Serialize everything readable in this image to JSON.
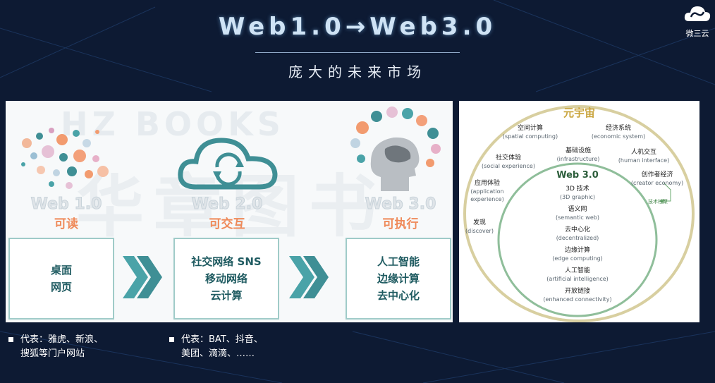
{
  "header": {
    "title": "Web1.0→Web3.0",
    "subtitle": "庞大的未来市场",
    "logo_text": "微三云"
  },
  "left_panel": {
    "watermark": "HZ BOOKS",
    "watermark_cn": "华章图书",
    "stages": [
      {
        "label": "Web 1.0",
        "sub": "可读",
        "lines": [
          "桌面",
          "网页"
        ]
      },
      {
        "label": "Web 2.0",
        "sub": "可交互",
        "lines": [
          "社交网络 SNS",
          "移动网络",
          "云计算"
        ]
      },
      {
        "label": "Web 3.0",
        "sub": "可执行",
        "lines": [
          "人工智能",
          "边缘计算",
          "去中心化"
        ]
      }
    ]
  },
  "right_panel": {
    "outer_title": "元宇宙",
    "outer_items": [
      {
        "cn": "空间计算",
        "en": "(spatial computing)"
      },
      {
        "cn": "经济系统",
        "en": "(economic system)"
      },
      {
        "cn": "基础设施",
        "en": "(infrastructure)"
      },
      {
        "cn": "社交体验",
        "en": "(social experience)"
      },
      {
        "cn": "人机交互",
        "en": "(human interface)"
      },
      {
        "cn": "创作者经济",
        "en": "(creator economy)"
      },
      {
        "cn": "应用体验",
        "en": "(application experience)"
      },
      {
        "cn": "发现",
        "en": "(discover)"
      }
    ],
    "tech_note": "技术栈聚",
    "inner_title": "Web 3.0",
    "inner_items": [
      {
        "cn": "3D 技术",
        "en": "(3D graphic)"
      },
      {
        "cn": "语义网",
        "en": "(semantic web)"
      },
      {
        "cn": "去中心化",
        "en": "(decentralized)"
      },
      {
        "cn": "边缘计算",
        "en": "(edge computing)"
      },
      {
        "cn": "人工智能",
        "en": "(artificial intelligence)"
      },
      {
        "cn": "开放链接",
        "en": "(enhanced connectivity)"
      }
    ]
  },
  "notes": [
    {
      "line1": "代表：雅虎、新浪、",
      "line2": "搜狐等门户网站"
    },
    {
      "line1": "代表：BAT、抖音、",
      "line2": "美团、滴滴、……"
    }
  ],
  "colors": {
    "background": "#0d1a33",
    "accent_orange": "#ef8a5a",
    "teal": "#3f8f95",
    "outer_ring": "#d8cfa0",
    "inner_ring": "#8fbe9a",
    "outer_title": "#c9a43c"
  }
}
